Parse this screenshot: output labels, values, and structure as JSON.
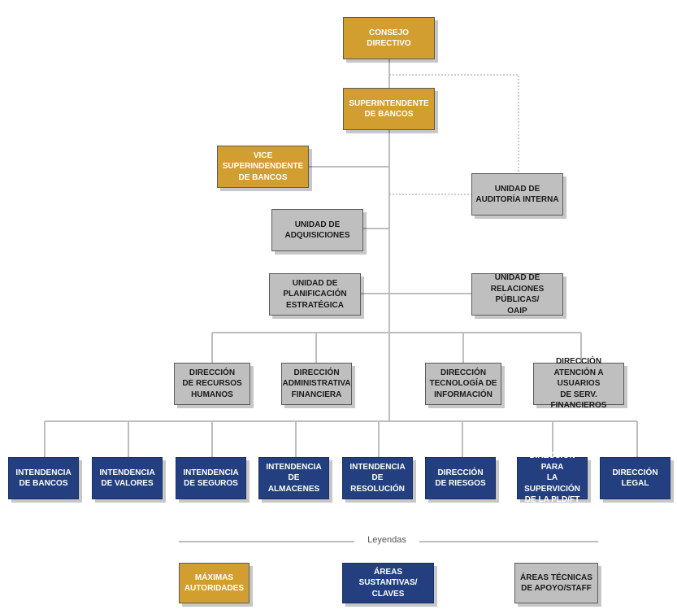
{
  "colors": {
    "maximas": "#d39e30",
    "sustantivas": "#233f80",
    "staff": "#bfbfbf",
    "line": "#bdbdbd",
    "dotted": "#9a9a9a"
  },
  "nodes": {
    "consejo": "CONSEJO\nDIRECTIVO",
    "superintendente": "SUPERINTENDENTE\nDE BANCOS",
    "vice": "VICE SUPERINDENDENTE\nDE BANCOS",
    "auditoria": "UNIDAD DE\nAUDITORÍA INTERNA",
    "adquisiciones": "UNIDAD DE\nADQUISICIONES",
    "planificacion": "UNIDAD DE\nPLANIFICACIÓN\nESTRATÉGICA",
    "relaciones": "UNIDAD DE\nRELACIONES PÚBLICAS/\nOAIP",
    "rrhh": "DIRECCIÓN\nDE RECURSOS\nHUMANOS",
    "administrativa": "DIRECCIÓN\nADMINISTRATIVA\nFINANCIERA",
    "tecnologia": "DIRECCIÓN\nTECNOLOGÍA DE\nINFORMACIÓN",
    "atencion": "DIRECCIÓN\nATENCIÓN A USUARIOS\nDE SERV. FINANCIEROS",
    "int_bancos": "INTENDENCIA\nDE BANCOS",
    "int_valores": "INTENDENCIA\nDE VALORES",
    "int_seguros": "INTENDENCIA\nDE SEGUROS",
    "int_almacenes": "INTENDENCIA\nDE ALMACENES",
    "int_resolucion": "INTENDENCIA DE\nRESOLUCIÓN",
    "dir_riesgos": "DIRECCIÓN\nDE RIESGOS",
    "dir_pld": "DIRECCIÓN PARA\nLA SUPERVICIÓN\nDE LA PLD/FT",
    "dir_legal": "DIRECCIÓN\nLEGAL"
  },
  "legend": {
    "title": "Leyendas",
    "maximas": "MÁXIMAS\nAUTORIDADES",
    "sustantivas": "ÁREAS SUSTANTIVAS/\nCLAVES",
    "staff": "ÁREAS TÉCNICAS\nDE APOYO/STAFF"
  }
}
